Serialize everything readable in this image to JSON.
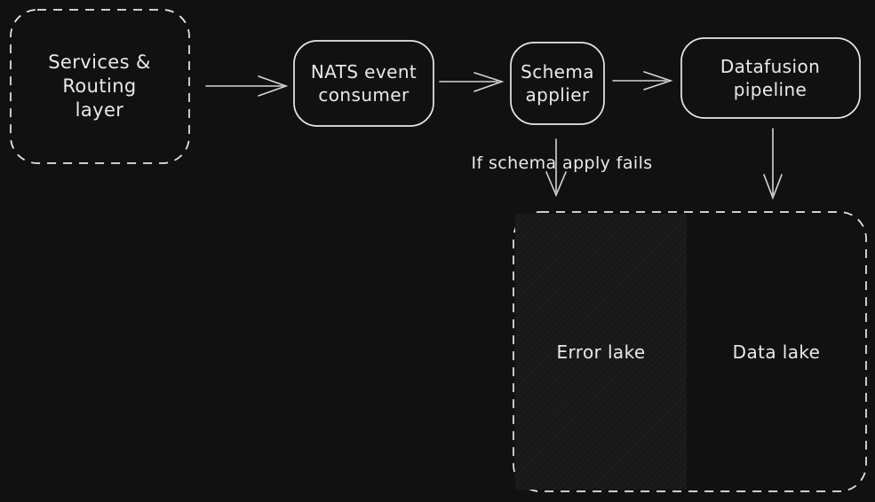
{
  "colors": {
    "background": "#111111",
    "stroke": "#e9e9e9",
    "arrow_stroke": "#d6d6d6",
    "hatch_fill": "#181818",
    "hatch_line": "#242424"
  },
  "nodes": {
    "services": {
      "line1": "Services & Routing",
      "line2": "layer"
    },
    "nats": {
      "line1": "NATS event",
      "line2": "consumer"
    },
    "schema": {
      "line1": "Schema",
      "line2": "applier"
    },
    "datafusion": {
      "label": "Datafusion pipeline"
    },
    "error_lake": {
      "label": "Error lake"
    },
    "data_lake": {
      "label": "Data lake"
    }
  },
  "annotations": {
    "condition": "If schema apply fails"
  },
  "edges": [
    {
      "from": "services",
      "to": "nats"
    },
    {
      "from": "nats",
      "to": "schema"
    },
    {
      "from": "schema",
      "to": "datafusion"
    },
    {
      "from": "schema",
      "to": "error_lake",
      "label": "If schema apply fails"
    },
    {
      "from": "datafusion",
      "to": "data_lake"
    }
  ]
}
